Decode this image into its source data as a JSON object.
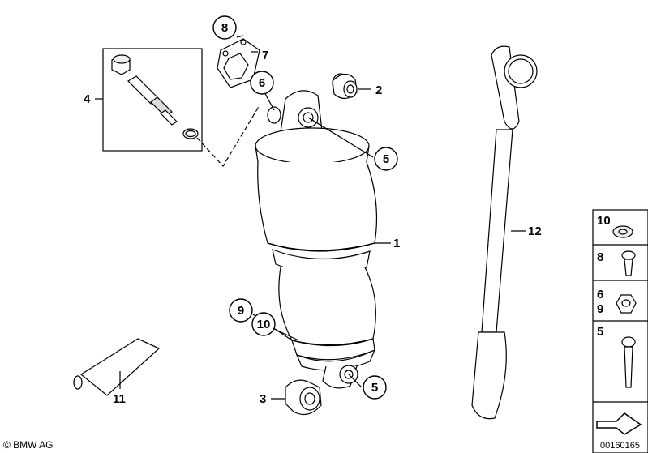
{
  "copyright": "© BMW AG",
  "diagram_number": "00160165",
  "callouts": {
    "c1": "1",
    "c2": "2",
    "c3": "3",
    "c4": "4",
    "c5a": "5",
    "c5b": "5",
    "c6": "6",
    "c7": "7",
    "c8": "8",
    "c9": "9",
    "c10": "10",
    "c11": "11",
    "c12": "12"
  },
  "sidebar": {
    "row1": "10",
    "row2": "8",
    "row3a": "6",
    "row3b": "9",
    "row4": "5"
  }
}
